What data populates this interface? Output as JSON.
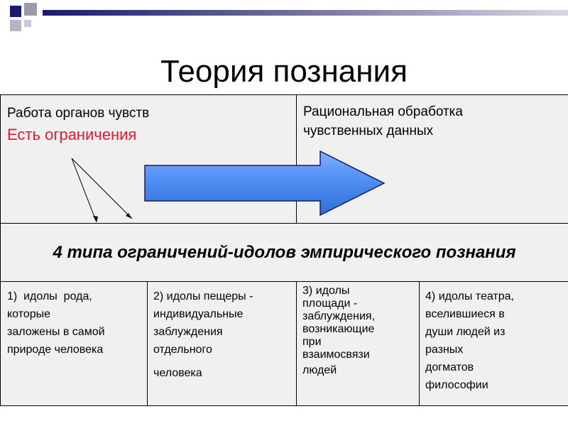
{
  "slide": {
    "title": "Теория познания",
    "senses": {
      "heading": "Работа органов чувств",
      "limit": "Есть ограничения"
    },
    "rational": "Рациональная  обработка чувственных данных",
    "types_heading": "4 типа ограничений-идолов  эмпирического познания",
    "types": [
      {
        "lines": [
          "1)  идолы  рода,",
          "которые",
          "заложены в самой",
          "природе человека"
        ]
      },
      {
        "lines": [
          "2) идолы пещеры -",
          "индивидуальные",
          "заблуждения",
          "отдельного"
        ],
        "extra": "человека"
      },
      {
        "lines": [
          "3) идолы",
          "площади -",
          "заблуждения,",
          "возникающие",
          "при",
          "взаимосвязи",
          "людей"
        ]
      },
      {
        "lines": [
          "4) идолы театра,",
          "вселившиеся в",
          "души людей из",
          "разных",
          "догматов",
          "философии"
        ]
      }
    ]
  },
  "colors": {
    "accent_navy": "#1a1a6e",
    "accent_gray": "#9a9aaa",
    "arrow_fill": "#4c8cf2",
    "limit_red": "#e8162e",
    "cell_bg": "#f0f0f0"
  }
}
